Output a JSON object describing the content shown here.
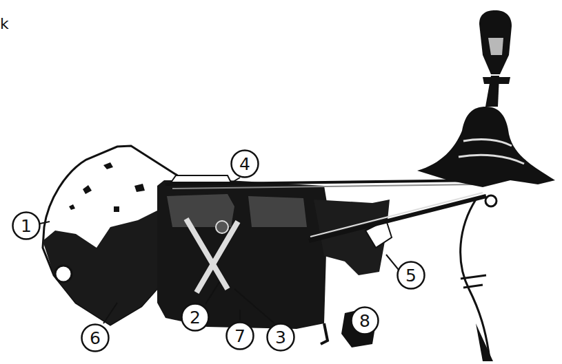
{
  "diagram": {
    "nodes": [
      {
        "text": [
          "4"
        ]
      },
      {
        "text": [
          "1"
        ]
      },
      {
        "text": [
          "5"
        ]
      },
      {
        "text": [
          "2"
        ]
      },
      {
        "text": [
          "8"
        ]
      },
      {
        "text": [
          "6"
        ]
      },
      {
        "text": [
          "7"
        ]
      },
      {
        "text": [
          "3"
        ]
      }
    ],
    "labels": [
      "k"
    ]
  }
}
